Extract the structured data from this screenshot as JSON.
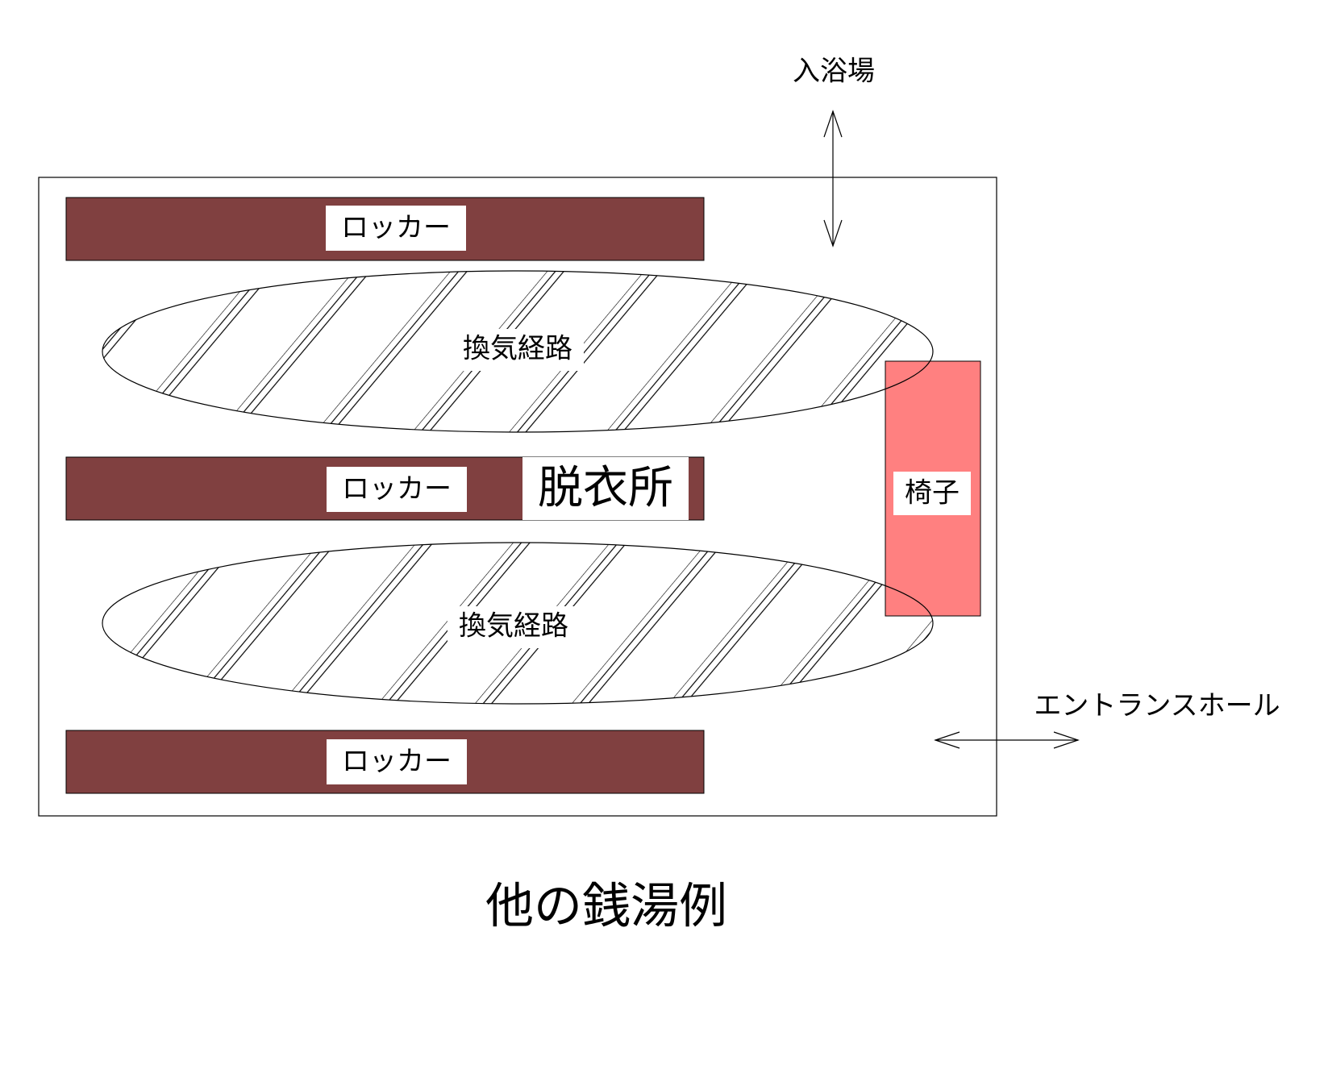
{
  "title": "他の銭湯例",
  "room_label": "脱衣所",
  "bath_label": "入浴場",
  "entrance_label": "エントランスホール",
  "lockers": [
    {
      "label": "ロッカー"
    },
    {
      "label": "ロッカー"
    },
    {
      "label": "ロッカー"
    }
  ],
  "vent_paths": [
    {
      "label": "換気経路"
    },
    {
      "label": "換気経路"
    }
  ],
  "chair": {
    "label": "椅子"
  },
  "colors": {
    "locker": "#804040",
    "chair": "#ff8080",
    "line": "#000000",
    "background": "#ffffff"
  }
}
